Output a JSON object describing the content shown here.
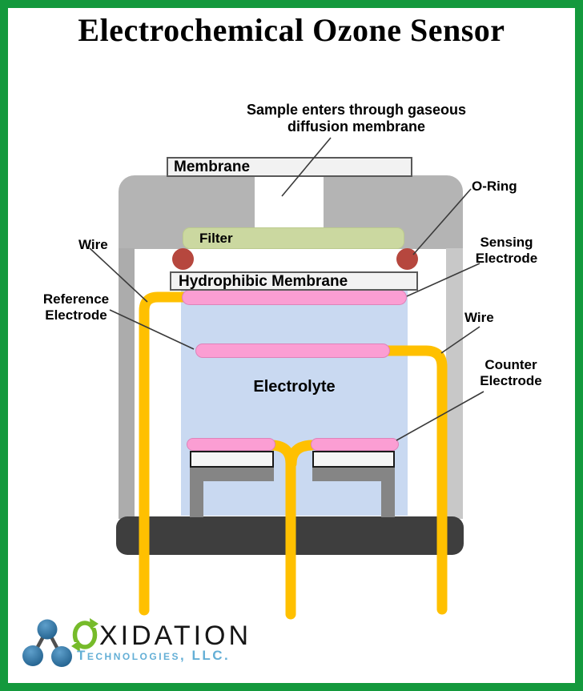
{
  "page": {
    "title": "Electrochemical Ozone Sensor"
  },
  "labels": {
    "sample_note": "Sample enters through gaseous\ndiffusion membrane",
    "membrane": "Membrane",
    "o_ring": "O-Ring",
    "filter": "Filter",
    "wire_left": "Wire",
    "sensing_electrode": "Sensing\nElectrode",
    "hydrophobic_membrane": "Hydrophibic Membrane",
    "reference_electrode": "Reference\nElectrode",
    "wire_right": "Wire",
    "electrolyte": "Electrolyte",
    "counter_electrode": "Counter\nElectrode"
  },
  "logo": {
    "brand_rest": "XIDATION",
    "subtitle": "Technologies, LLC."
  },
  "colors": {
    "border_green": "#14993D",
    "body_gray": "#B4B4B4",
    "filter_green": "#CBD8A0",
    "o_ring_red": "#B6473E",
    "electrode_pink": "#FB9ED3",
    "electrolyte_blue": "#C9D9F1",
    "wire_gold": "#FFC000",
    "base_dark": "#3E3E3E",
    "logo_blue": "#64AFD6",
    "logo_green": "#76BB2A"
  }
}
